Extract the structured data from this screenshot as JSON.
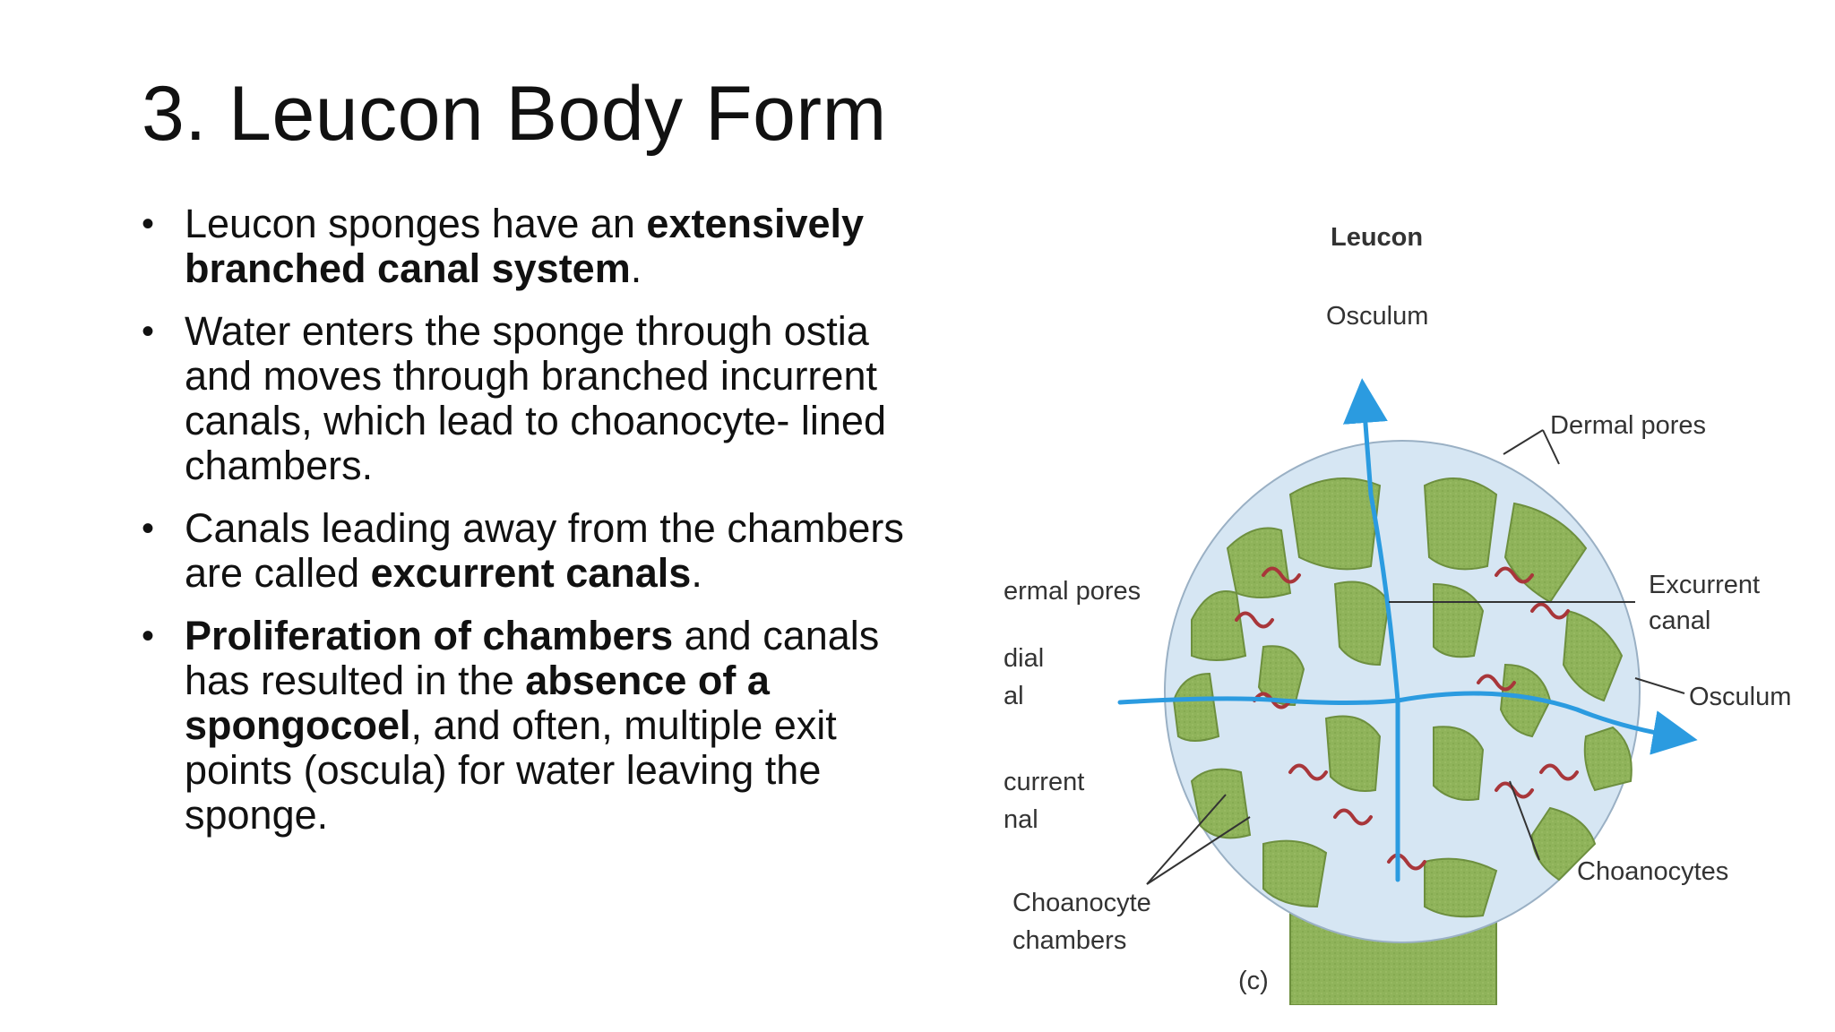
{
  "slide": {
    "title": "3.  Leucon Body Form",
    "bullet_glyph": "•",
    "bullets": [
      {
        "parts": [
          {
            "t": "Leucon sponges have an ",
            "bold": false
          },
          {
            "t": "extensively branched canal system",
            "bold": true
          },
          {
            "t": ".",
            "bold": false
          }
        ]
      },
      {
        "parts": [
          {
            "t": "Water enters the sponge through ostia and moves through branched incurrent canals, which lead to choanocyte- lined chambers.",
            "bold": false
          }
        ]
      },
      {
        "parts": [
          {
            "t": "Canals leading away from the chambers are called ",
            "bold": false
          },
          {
            "t": "excurrent canals",
            "bold": true
          },
          {
            "t": ".",
            "bold": false
          }
        ]
      },
      {
        "parts": [
          {
            "t": "Proliferation of chambers",
            "bold": true
          },
          {
            "t": " and canals has resulted in the ",
            "bold": false
          },
          {
            "t": "absence of a spongocoel",
            "bold": true
          },
          {
            "t": ", and often, multiple exit points (oscula) for water leaving the sponge.",
            "bold": false
          }
        ]
      }
    ]
  },
  "figure": {
    "heading": "Leucon",
    "labels": {
      "osculum_top": "Osculum",
      "dermal_pores_right": "Dermal pores",
      "excurrent_canal_1": "Excurrent",
      "excurrent_canal_2": "canal",
      "osculum_right": "Osculum",
      "choanocytes": "Choanocytes",
      "choanocyte_chambers_1": "Choanocyte",
      "choanocyte_chambers_2": "chambers",
      "panel_letter": "(c)",
      "dermal_pores_left_cut": "ermal pores",
      "radial_canal_cut_1": "dial",
      "radial_canal_cut_2": "al",
      "incurrent_canal_cut_1": "current",
      "incurrent_canal_cut_2": "nal"
    },
    "colors": {
      "tissue": "#8fb35a",
      "tissue_dark": "#6d8f3e",
      "canal": "#d6e6f3",
      "flow_arrow": "#2b9be0",
      "choanocyte_lining": "#a8363a"
    }
  }
}
